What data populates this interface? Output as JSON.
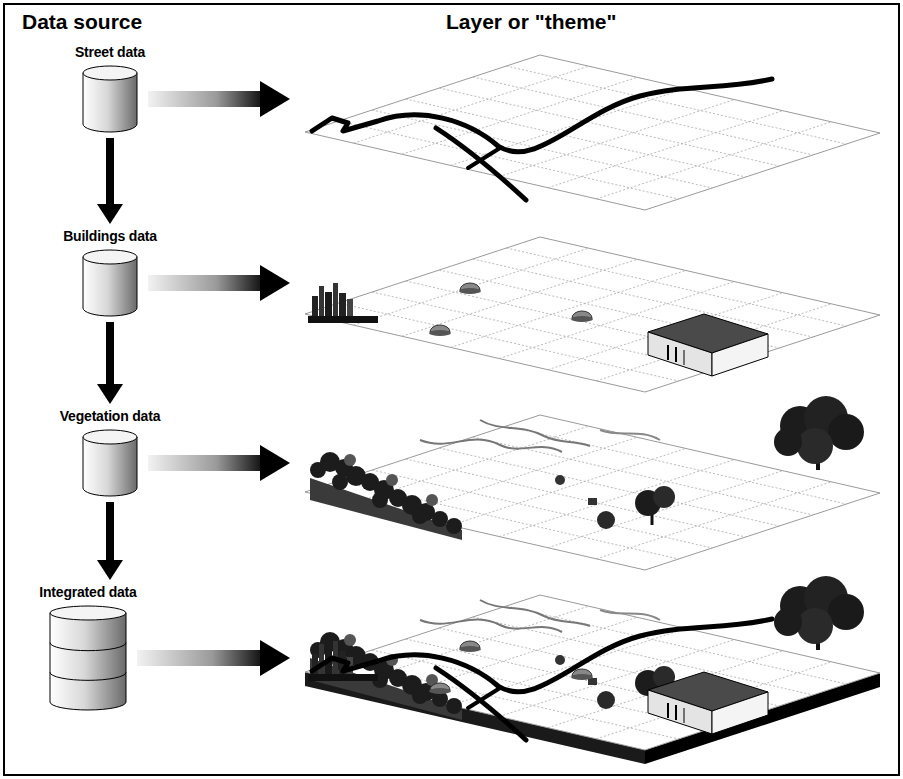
{
  "diagram": {
    "nodes": [
      {
        "text": [
          "Street data"
        ]
      },
      {
        "text": [
          "Buildings data"
        ]
      },
      {
        "text": [
          "Vegetation data"
        ]
      },
      {
        "text": [
          "Integrated data"
        ]
      }
    ],
    "edges": [
      {
        "from": 0,
        "to": 1,
        "arrow": "to"
      },
      {
        "from": 1,
        "to": 2,
        "arrow": "to"
      },
      {
        "from": 2,
        "to": 3,
        "arrow": "to"
      }
    ],
    "labels": [
      "Data source",
      "Layer or \"theme\""
    ]
  }
}
